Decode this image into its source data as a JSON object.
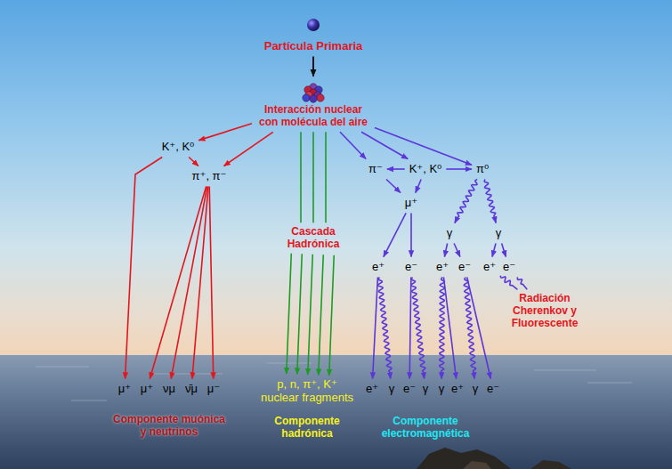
{
  "diagram": {
    "nodes": [
      {
        "text": [
          "Partícula Primaria"
        ]
      },
      {
        "text": [
          "Interacción nuclear con molécula del aire"
        ]
      },
      {
        "text": [
          "K⁺, K⁰"
        ]
      },
      {
        "text": [
          "π⁺, π⁻"
        ]
      },
      {
        "text": [
          "Cascada Hadrónica"
        ]
      },
      {
        "text": [
          "π⁻"
        ]
      },
      {
        "text": [
          "K⁺, K⁰"
        ]
      },
      {
        "text": [
          "π⁰"
        ]
      },
      {
        "text": [
          "μ⁺"
        ]
      },
      {
        "text": [
          "γ"
        ]
      },
      {
        "text": [
          "γ"
        ]
      },
      {
        "text": [
          "e⁺"
        ]
      },
      {
        "text": [
          "e⁻"
        ]
      },
      {
        "text": [
          "e⁺"
        ]
      },
      {
        "text": [
          "e⁻"
        ]
      },
      {
        "text": [
          "e⁺"
        ]
      },
      {
        "text": [
          "e⁻"
        ]
      },
      {
        "text": [
          "Radiación Cherenkov y Fluorescente"
        ]
      },
      {
        "text": [
          "μ⁺"
        ]
      },
      {
        "text": [
          "μ⁺"
        ]
      },
      {
        "text": [
          "νμ"
        ]
      },
      {
        "text": [
          "ν̄μ"
        ]
      },
      {
        "text": [
          "μ⁻"
        ]
      },
      {
        "text": [
          "p, n, π⁺, K⁺",
          "nuclear fragments"
        ]
      },
      {
        "text": [
          "e⁺"
        ]
      },
      {
        "text": [
          "γ"
        ]
      },
      {
        "text": [
          "e⁻"
        ]
      },
      {
        "text": [
          "γ"
        ]
      },
      {
        "text": [
          "γ"
        ]
      },
      {
        "text": [
          "e⁺"
        ]
      },
      {
        "text": [
          "γ"
        ]
      },
      {
        "text": [
          "e⁻"
        ]
      }
    ],
    "edges": [
      {
        "from": 0,
        "to": 1,
        "arrow": "to"
      },
      {
        "from": 1,
        "to": 2,
        "arrow": "to"
      },
      {
        "from": 1,
        "to": 3,
        "arrow": "to"
      },
      {
        "from": 2,
        "to": 3,
        "arrow": "to"
      },
      {
        "from": 2,
        "to": 18,
        "arrow": "to"
      },
      {
        "from": 3,
        "to": 19,
        "arrow": "to"
      },
      {
        "from": 3,
        "to": 20,
        "arrow": "to"
      },
      {
        "from": 3,
        "to": 21,
        "arrow": "to"
      },
      {
        "from": 3,
        "to": 22,
        "arrow": "to"
      },
      {
        "from": 1,
        "to": 4,
        "arrow": "none"
      },
      {
        "from": 4,
        "to": 23,
        "arrow": "to"
      },
      {
        "from": 1,
        "to": 5,
        "arrow": "to"
      },
      {
        "from": 1,
        "to": 6,
        "arrow": "to"
      },
      {
        "from": 1,
        "to": 7,
        "arrow": "to"
      },
      {
        "from": 6,
        "to": 5,
        "arrow": "to"
      },
      {
        "from": 6,
        "to": 7,
        "arrow": "to"
      },
      {
        "from": 5,
        "to": 8,
        "arrow": "to"
      },
      {
        "from": 6,
        "to": 8,
        "arrow": "to"
      },
      {
        "from": 7,
        "to": 9,
        "arrow": "to"
      },
      {
        "from": 7,
        "to": 10,
        "arrow": "to"
      },
      {
        "from": 8,
        "to": 11,
        "arrow": "to"
      },
      {
        "from": 8,
        "to": 12,
        "arrow": "to"
      },
      {
        "from": 9,
        "to": 13,
        "arrow": "to"
      },
      {
        "from": 9,
        "to": 14,
        "arrow": "to"
      },
      {
        "from": 10,
        "to": 15,
        "arrow": "to"
      },
      {
        "from": 10,
        "to": 16,
        "arrow": "to"
      },
      {
        "from": 15,
        "to": 17,
        "arrow": "none"
      },
      {
        "from": 16,
        "to": 17,
        "arrow": "none"
      },
      {
        "from": 11,
        "to": 24,
        "arrow": "to"
      },
      {
        "from": 11,
        "to": 25,
        "arrow": "to"
      },
      {
        "from": 12,
        "to": 26,
        "arrow": "to"
      },
      {
        "from": 12,
        "to": 27,
        "arrow": "to"
      },
      {
        "from": 13,
        "to": 28,
        "arrow": "to"
      },
      {
        "from": 13,
        "to": 29,
        "arrow": "to"
      },
      {
        "from": 14,
        "to": 30,
        "arrow": "to"
      },
      {
        "from": 14,
        "to": 31,
        "arrow": "to"
      }
    ],
    "labels": [
      "Componente muónica y neutrinos",
      "Componente hadrónica",
      "Componente electromagnética"
    ]
  }
}
